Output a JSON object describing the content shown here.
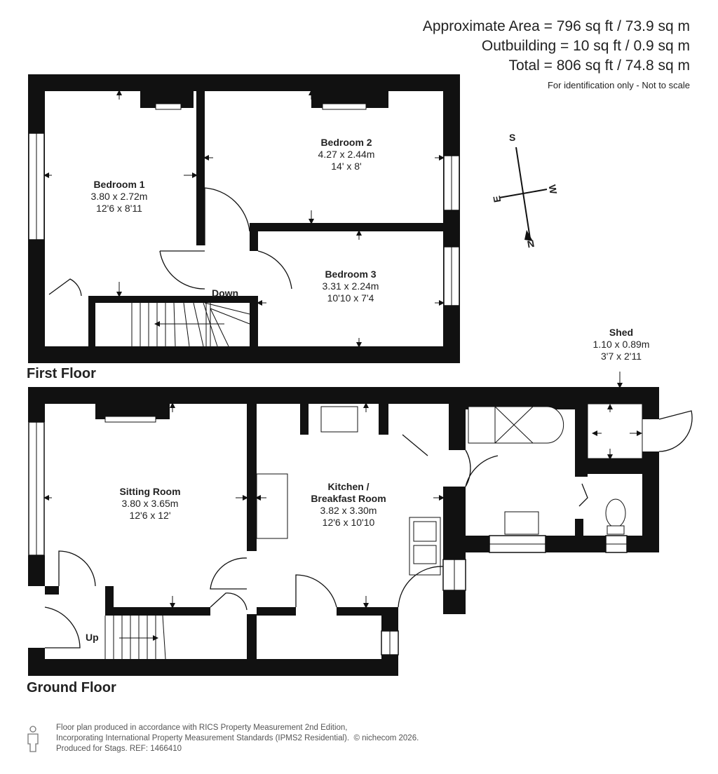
{
  "header": {
    "area": "Approximate Area = 796 sq ft / 73.9 sq m",
    "outbuilding": "Outbuilding = 10 sq ft / 0.9 sq m",
    "total": "Total = 806 sq ft / 74.8 sq m",
    "note": "For identification only - Not to scale"
  },
  "floors": {
    "first": "First Floor",
    "ground": "Ground Floor"
  },
  "rooms": {
    "bedroom1": {
      "name": "Bedroom 1",
      "metric": "3.80 x 2.72m",
      "imperial": "12'6 x 8'11"
    },
    "bedroom2": {
      "name": "Bedroom 2",
      "metric": "4.27 x 2.44m",
      "imperial": "14' x 8'"
    },
    "bedroom3": {
      "name": "Bedroom 3",
      "metric": "3.31 x 2.24m",
      "imperial": "10'10 x 7'4"
    },
    "sitting": {
      "name": "Sitting Room",
      "metric": "3.80 x 3.65m",
      "imperial": "12'6 x 12'"
    },
    "kitchen": {
      "name1": "Kitchen /",
      "name2": "Breakfast Room",
      "metric": "3.82 x 3.30m",
      "imperial": "12'6 x 10'10"
    },
    "shed": {
      "name": "Shed",
      "metric": "1.10 x 0.89m",
      "imperial": "3'7 x 2'11"
    }
  },
  "stairs": {
    "down": "Down",
    "up": "Up"
  },
  "compass": {
    "s": "S",
    "w": "W",
    "e": "E",
    "n": "N"
  },
  "footer": {
    "line1": "Floor plan produced in accordance with RICS Property Measurement 2nd Edition,",
    "line2": "Incorporating International Property Measurement Standards (IPMS2 Residential).",
    "copyright": "© nichecom 2026.",
    "line3": "Produced for Stags.   REF: 1466410"
  },
  "colors": {
    "wall": "#111111",
    "text": "#222222",
    "footer": "#555555"
  }
}
